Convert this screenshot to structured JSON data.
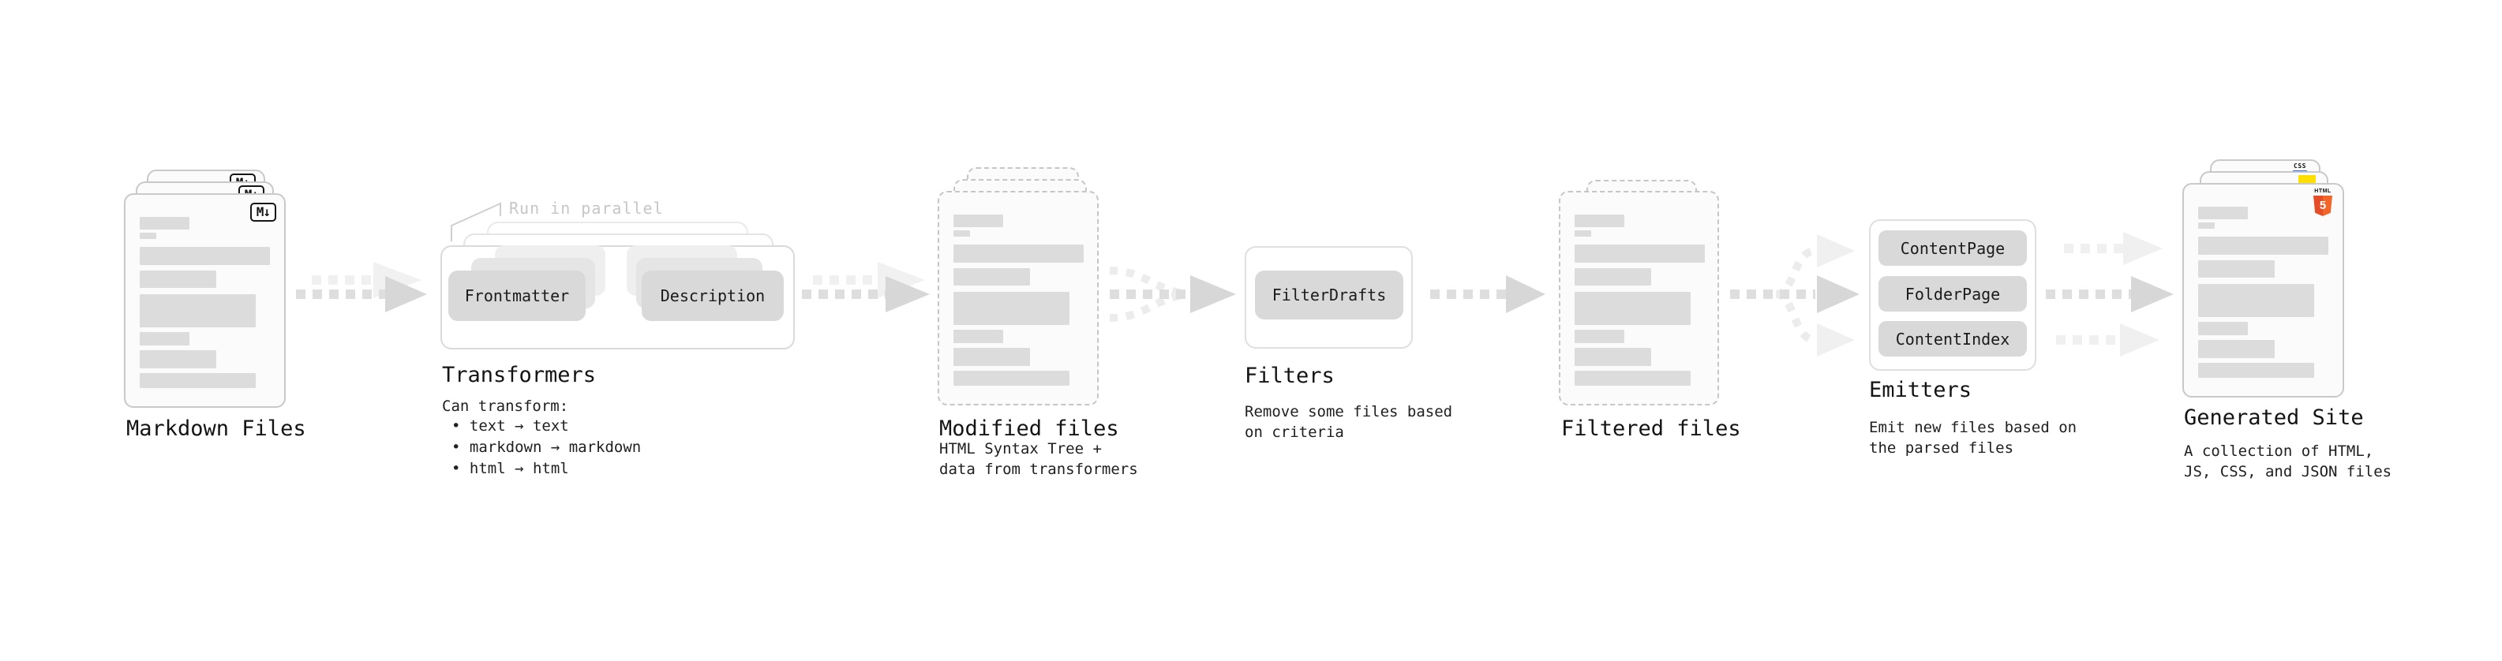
{
  "stages": {
    "markdown": {
      "label": "Markdown Files",
      "badge": "M↓"
    },
    "transformers": {
      "label": "Transformers",
      "annotation": "Run in parallel",
      "pill_left": "Frontmatter",
      "pill_right": "Description",
      "desc_title": "Can transform:",
      "bullets": [
        "text → text",
        "markdown → markdown",
        "html → html"
      ]
    },
    "modified": {
      "label": "Modified files",
      "desc": [
        "HTML Syntax Tree +",
        "data from transformers"
      ]
    },
    "filters": {
      "label": "Filters",
      "pill": "FilterDrafts",
      "desc": [
        "Remove some files based",
        "on criteria"
      ]
    },
    "filtered": {
      "label": "Filtered files"
    },
    "emitters": {
      "label": "Emitters",
      "pills": [
        "ContentPage",
        "FolderPage",
        "ContentIndex"
      ],
      "desc": [
        "Emit new files based on",
        "the parsed files"
      ]
    },
    "generated": {
      "label": "Generated Site",
      "desc": [
        "A collection of HTML,",
        "JS, CSS, and JSON files"
      ],
      "badges": {
        "css": "CSS",
        "html_label": "HTML",
        "html_number": "5"
      }
    }
  },
  "colors": {
    "html5_orange_dark": "#E44D26",
    "html5_orange_light": "#F16529",
    "js_yellow": "#FFDE00",
    "css_blue": "#2D6BE8",
    "pill_gray": "#D9D9D9",
    "skeleton_gray": "#DCDCDC",
    "arrow_gray": "#DEDEDE",
    "arrow_light_gray": "#F0F0F0",
    "annotation_gray": "#C6C6C6",
    "text_dark": "#1A1A1A"
  }
}
